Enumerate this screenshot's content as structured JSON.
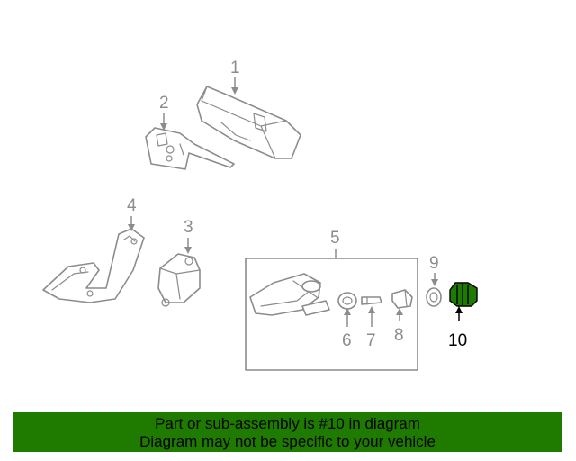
{
  "diagram": {
    "callouts": [
      "1",
      "2",
      "3",
      "4",
      "5",
      "6",
      "7",
      "8",
      "9",
      "10"
    ],
    "highlighted_callout": "10",
    "colors": {
      "outline": "#8c8c8c",
      "highlight_part": "#1f7a00",
      "banner_background": "#1f7a00",
      "banner_text": "#000000"
    }
  },
  "banner": {
    "line1": "Part or sub-assembly is #10 in diagram",
    "line2": "Diagram may not be specific to your vehicle"
  }
}
